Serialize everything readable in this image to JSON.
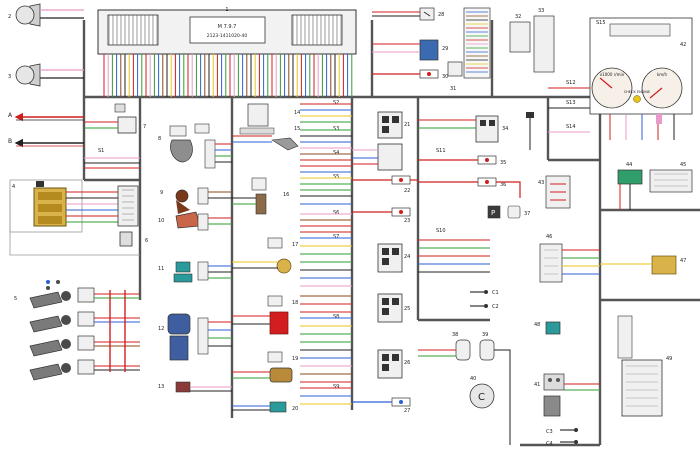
{
  "ecu": {
    "model": "M 7.9.7",
    "part_number": "2123-1411020-40",
    "callout": "1"
  },
  "labels": {
    "left_a": "A",
    "left_b": "B",
    "gauge_rpm": "x1000 r/min",
    "gauge_speed": "km/h",
    "check_engine": "CHECK ENGINE",
    "ground_c1": "C1",
    "ground_c2": "C2",
    "ground_c3": "C3",
    "ground_c4": "C4",
    "mark_p": "P",
    "mark_c": "C"
  },
  "callouts": {
    "c2": "2",
    "c3": "3",
    "c4": "4",
    "c5": "5",
    "c6": "6",
    "c7": "7",
    "c8": "8",
    "c9": "9",
    "c10": "10",
    "c11": "11",
    "c12": "12",
    "c13": "13",
    "c14": "14",
    "c15": "15",
    "c16": "16",
    "c17": "17",
    "c18": "18",
    "c19": "19",
    "c20": "20",
    "c21": "21",
    "c22": "22",
    "c23": "23",
    "c24": "24",
    "c25": "25",
    "c26": "26",
    "c27": "27",
    "c28": "28",
    "c29": "29",
    "c30": "30",
    "c31": "31",
    "c32": "32",
    "c33": "33",
    "c34": "34",
    "c35": "35",
    "c36": "36",
    "c37": "37",
    "c38": "38",
    "c39": "39",
    "c40": "40",
    "c41": "41",
    "c42": "42",
    "c43": "43",
    "c44": "44",
    "c45": "45",
    "c46": "46",
    "c47": "47",
    "c48": "48",
    "c49": "49"
  },
  "splices": {
    "s1": "S1",
    "s2": "S2",
    "s3": "S3",
    "s4": "S4",
    "s5": "S5",
    "s6": "S6",
    "s7": "S7",
    "s8": "S8",
    "s9": "S9",
    "s10": "S10",
    "s11": "S11",
    "s12": "S12",
    "s13": "S13",
    "s14": "S14",
    "s15": "S15"
  },
  "colors": {
    "harness": "#555555",
    "red": "#d21e1e",
    "pink": "#e89ac8",
    "green": "#2f9e2f",
    "blue": "#2c5fd6",
    "brown": "#8b4a1c",
    "yellow": "#e8c51a",
    "connector_fill": "#f0f0f0"
  }
}
